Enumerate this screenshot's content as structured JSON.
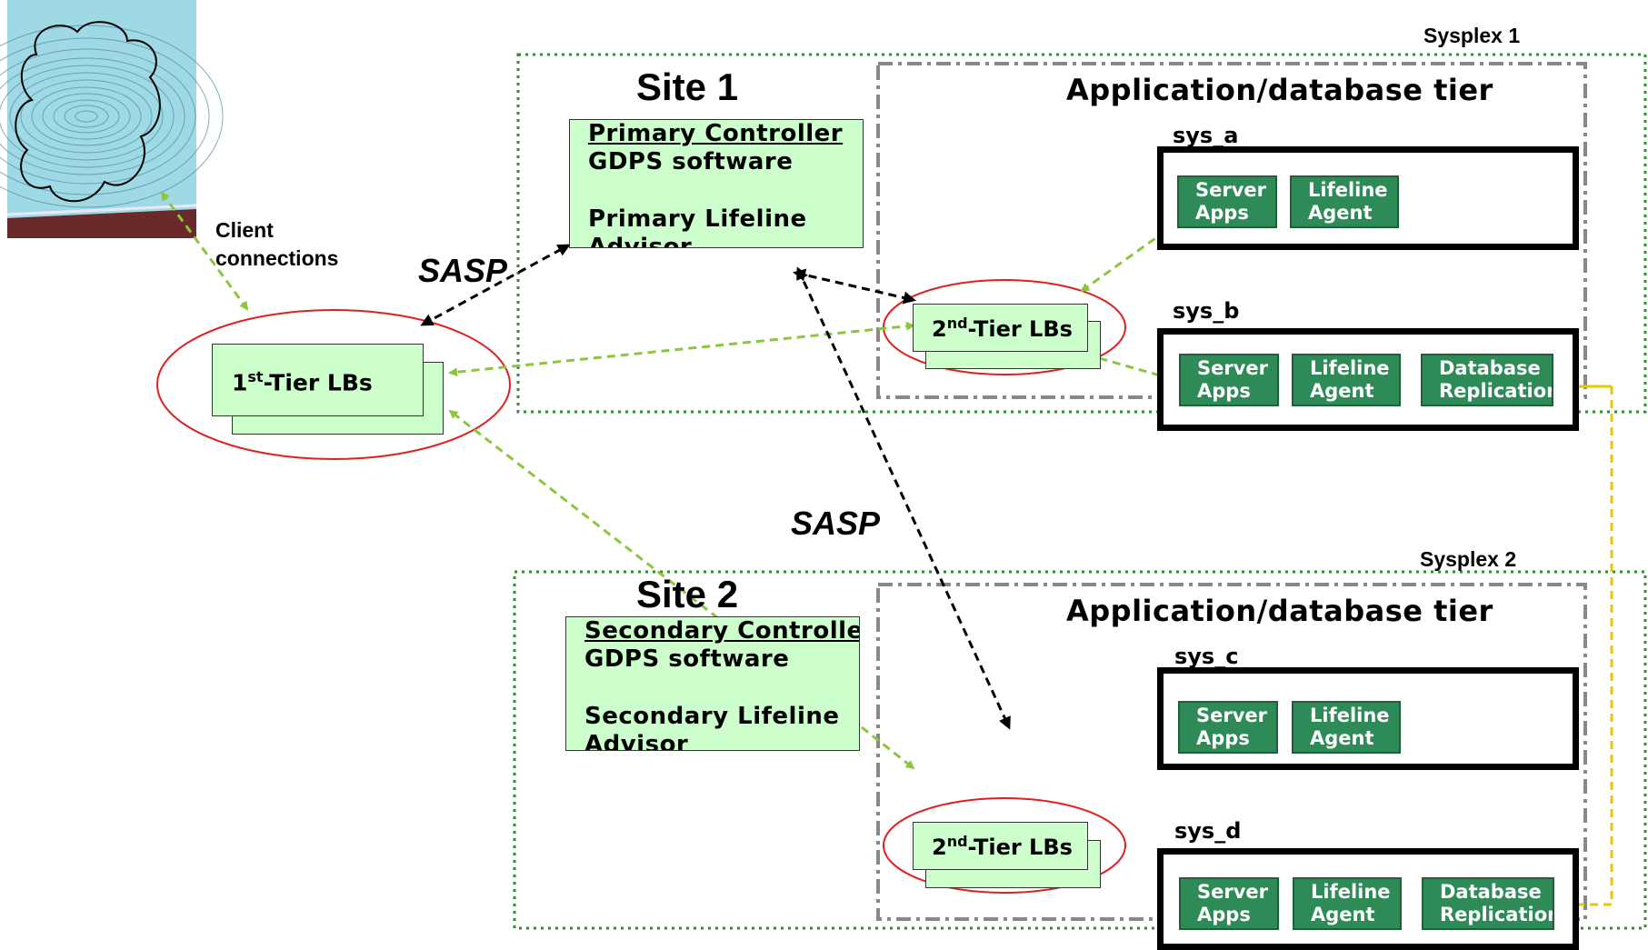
{
  "sysplex1": {
    "label": "Sysplex 1"
  },
  "sysplex2": {
    "label": "Sysplex 2"
  },
  "site1": {
    "title": "Site 1",
    "tier_title": "Application/database tier",
    "controller": {
      "header": "Primary Controller",
      "line1": "GDPS software",
      "line2": "Primary Lifeline",
      "line3": "Advisor"
    },
    "lb_label": "2",
    "lb_sup": "nd",
    "lb_rest": "-Tier LBs"
  },
  "site2": {
    "title": "Site 2",
    "tier_title": "Application/database tier",
    "controller": {
      "header": "Secondary Controller",
      "line1": "GDPS software",
      "line2": "Secondary Lifeline",
      "line3": "Advisor"
    },
    "lb_label": "2",
    "lb_sup": "nd",
    "lb_rest": "-Tier LBs"
  },
  "first_tier": {
    "label": "1",
    "sup": "st",
    "rest": "-Tier LBs"
  },
  "client_connections": {
    "line1": "Client",
    "line2": "connections"
  },
  "sasp_top": "SASP",
  "sasp_middle": "SASP",
  "systems": {
    "sys_a": {
      "label": "sys_a",
      "server": [
        "Server",
        "Apps"
      ],
      "lifeline": [
        "Lifeline",
        "Agent"
      ]
    },
    "sys_b": {
      "label": "sys_b",
      "server": [
        "Server",
        "Apps"
      ],
      "lifeline": [
        "Lifeline",
        "Agent"
      ],
      "database": [
        "Database",
        "Replication"
      ]
    },
    "sys_c": {
      "label": "sys_c",
      "server": [
        "Server",
        "Apps"
      ],
      "lifeline": [
        "Lifeline",
        "Agent"
      ]
    },
    "sys_d": {
      "label": "sys_d",
      "server": [
        "Server",
        "Apps"
      ],
      "lifeline": [
        "Lifeline",
        "Agent"
      ],
      "database": [
        "Database",
        "Replication"
      ]
    }
  },
  "colors": {
    "controller_fill": "#ccffcc",
    "component_fill": "#2e8b57",
    "sysplex_border": "#2e8b2e",
    "tier_border": "#888888",
    "ellipse": "#e02020",
    "green_arrow": "#8cc63f",
    "black_arrow": "#000000",
    "replication_arrow": "#e8c800"
  }
}
